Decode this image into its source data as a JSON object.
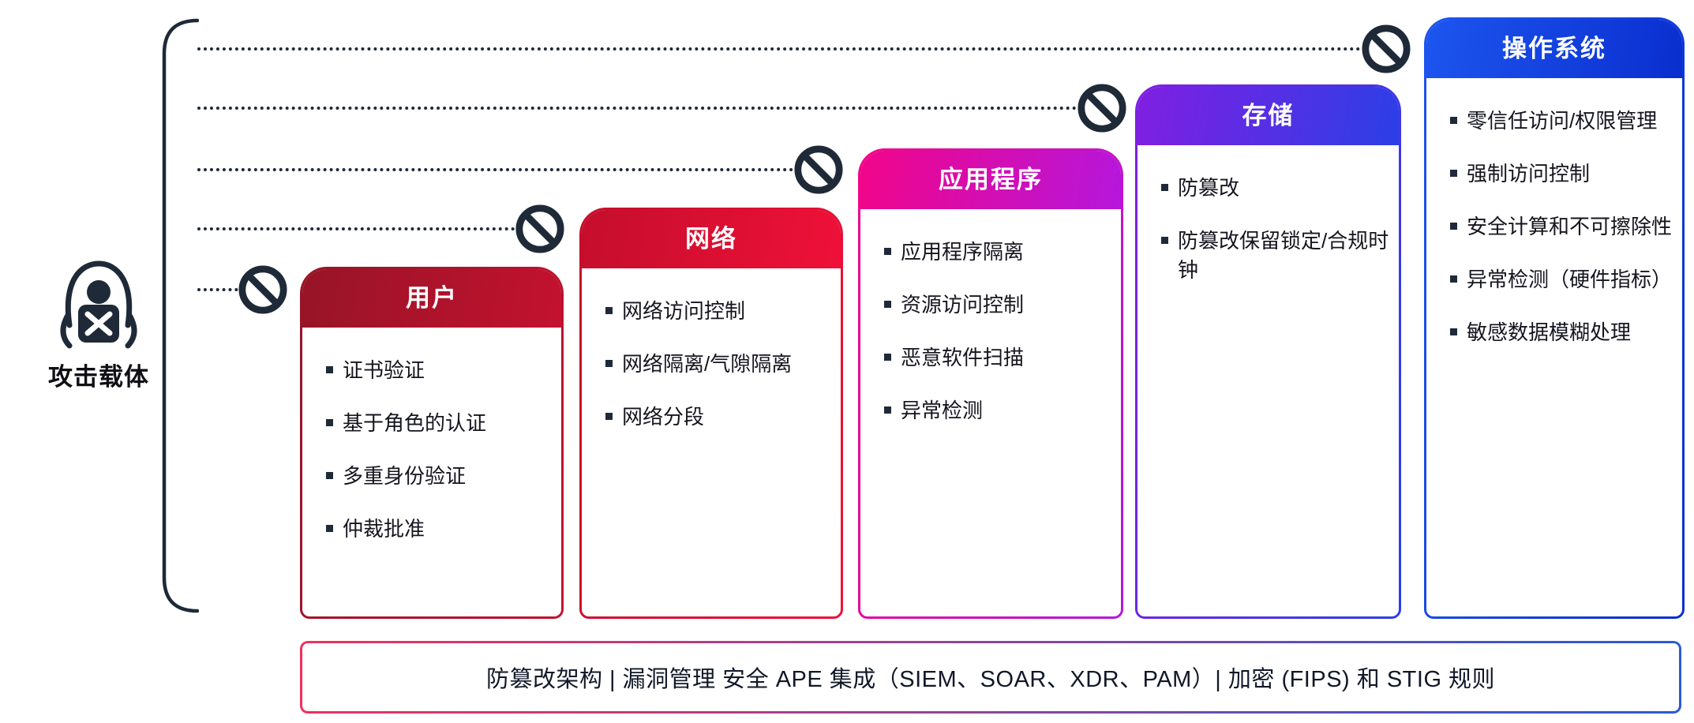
{
  "attacker": {
    "label": "攻击载体"
  },
  "cards": [
    {
      "title": "用户",
      "items": [
        "证书验证",
        "基于角色的认证",
        "多重身份验证",
        "仲裁批准"
      ]
    },
    {
      "title": "网络",
      "items": [
        "网络访问控制",
        "网络隔离/气隙隔离",
        "网络分段"
      ]
    },
    {
      "title": "应用程序",
      "items": [
        "应用程序隔离",
        "资源访问控制",
        "恶意软件扫描",
        "异常检测"
      ]
    },
    {
      "title": "存储",
      "items": [
        "防篡改",
        "防篡改保留锁定/合规时钟"
      ]
    },
    {
      "title": "操作系统",
      "items": [
        "零信任访问/权限管理",
        "强制访问控制",
        "安全计算和不可擦除性",
        "异常检测（硬件指标）",
        "敏感数据模糊处理"
      ]
    }
  ],
  "banner": {
    "text": "防篡改架构 | 漏洞管理 安全 APE 集成（SIEM、SOAR、XDR、PAM）| 加密 (FIPS) 和 STIG 规则"
  },
  "colors": {
    "ink": "#1f2a38",
    "card_gradients": [
      [
        "#971427",
        "#c3122f"
      ],
      [
        "#c50e2c",
        "#ef1038"
      ],
      [
        "#f10589",
        "#b517dc"
      ],
      [
        "#801fe2",
        "#2b3fe6"
      ],
      [
        "#1d55ef",
        "#0a2ecf"
      ]
    ],
    "banner_gradient": [
      "#f0315c",
      "#2a5ad6"
    ]
  }
}
